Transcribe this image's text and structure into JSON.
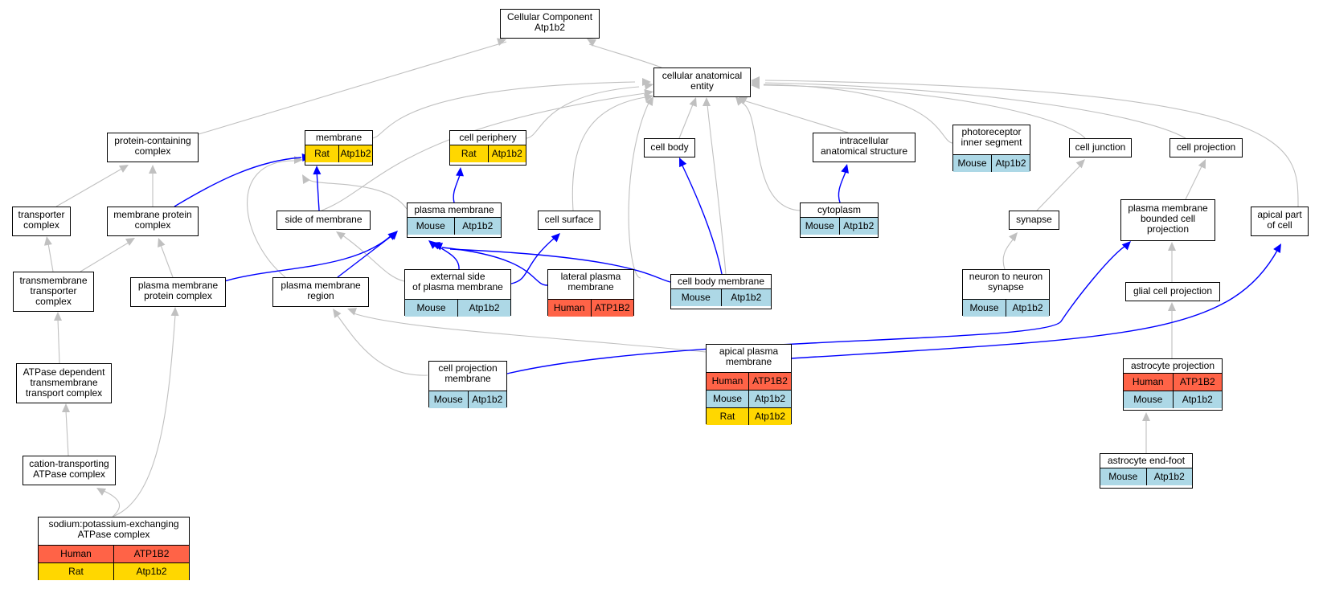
{
  "diagram": {
    "root": {
      "title": "Cellular Component\nAtp1b2"
    },
    "terms": {
      "cae": {
        "title": "cellular anatomical\nentity"
      },
      "pcc": {
        "title": "protein-containing\ncomplex"
      },
      "membrane": {
        "title": "membrane",
        "rows": [
          {
            "species": "Rat",
            "gene": "Atp1b2"
          }
        ]
      },
      "periphery": {
        "title": "cell periphery",
        "rows": [
          {
            "species": "Rat",
            "gene": "Atp1b2"
          }
        ]
      },
      "cellbody": {
        "title": "cell body"
      },
      "ias": {
        "title": "intracellular\nanatomical structure"
      },
      "pris": {
        "title": "photoreceptor\ninner segment",
        "rows": [
          {
            "species": "Mouse",
            "gene": "Atp1b2"
          }
        ]
      },
      "junction": {
        "title": "cell junction"
      },
      "cproj": {
        "title": "cell projection"
      },
      "transporter": {
        "title": "transporter\ncomplex"
      },
      "mpc": {
        "title": "membrane protein\ncomplex"
      },
      "som": {
        "title": "side of membrane"
      },
      "pm": {
        "title": "plasma membrane",
        "rows": [
          {
            "species": "Mouse",
            "gene": "Atp1b2"
          }
        ]
      },
      "surface": {
        "title": "cell surface"
      },
      "cytoplasm": {
        "title": "cytoplasm",
        "rows": [
          {
            "species": "Mouse",
            "gene": "Atp1b2"
          }
        ]
      },
      "synapse": {
        "title": "synapse"
      },
      "pmbcp": {
        "title": "plasma membrane\nbounded cell\nprojection"
      },
      "apical": {
        "title": "apical part\nof cell"
      },
      "ttc": {
        "title": "transmembrane\ntransporter\ncomplex"
      },
      "pmpc": {
        "title": "plasma membrane\nprotein complex"
      },
      "pmr": {
        "title": "plasma membrane\nregion"
      },
      "extpm": {
        "title": "external side\nof plasma membrane",
        "rows": [
          {
            "species": "Mouse",
            "gene": "Atp1b2"
          }
        ]
      },
      "latpm": {
        "title": "lateral plasma\nmembrane",
        "rows": [
          {
            "species": "Human",
            "gene": "ATP1B2"
          }
        ]
      },
      "cbm": {
        "title": "cell body membrane",
        "rows": [
          {
            "species": "Mouse",
            "gene": "Atp1b2"
          }
        ]
      },
      "n2n": {
        "title": "neuron to neuron\nsynapse",
        "rows": [
          {
            "species": "Mouse",
            "gene": "Atp1b2"
          }
        ]
      },
      "glial": {
        "title": "glial cell projection"
      },
      "atpase": {
        "title": "ATPase dependent\ntransmembrane\ntransport complex"
      },
      "cpm": {
        "title": "cell projection\nmembrane",
        "rows": [
          {
            "species": "Mouse",
            "gene": "Atp1b2"
          }
        ]
      },
      "apm": {
        "title": "apical plasma\nmembrane",
        "rows": [
          {
            "species": "Human",
            "gene": "ATP1B2"
          },
          {
            "species": "Mouse",
            "gene": "Atp1b2"
          },
          {
            "species": "Rat",
            "gene": "Atp1b2"
          }
        ]
      },
      "astroproj": {
        "title": "astrocyte projection",
        "rows": [
          {
            "species": "Human",
            "gene": "ATP1B2"
          },
          {
            "species": "Mouse",
            "gene": "Atp1b2"
          }
        ]
      },
      "cation": {
        "title": "cation-transporting\nATPase complex"
      },
      "endfoot": {
        "title": "astrocyte end-foot",
        "rows": [
          {
            "species": "Mouse",
            "gene": "Atp1b2"
          }
        ]
      },
      "nak": {
        "title": "sodium:potassium-exchanging\nATPase complex",
        "rows": [
          {
            "species": "Human",
            "gene": "ATP1B2"
          },
          {
            "species": "Rat",
            "gene": "Atp1b2"
          }
        ]
      }
    },
    "colors": {
      "is_a_edge": "#c0c0c0",
      "part_of_edge": "#0000ff",
      "Human": "#ff6347",
      "Mouse": "#add8e6",
      "Rat": "#ffd700"
    }
  }
}
